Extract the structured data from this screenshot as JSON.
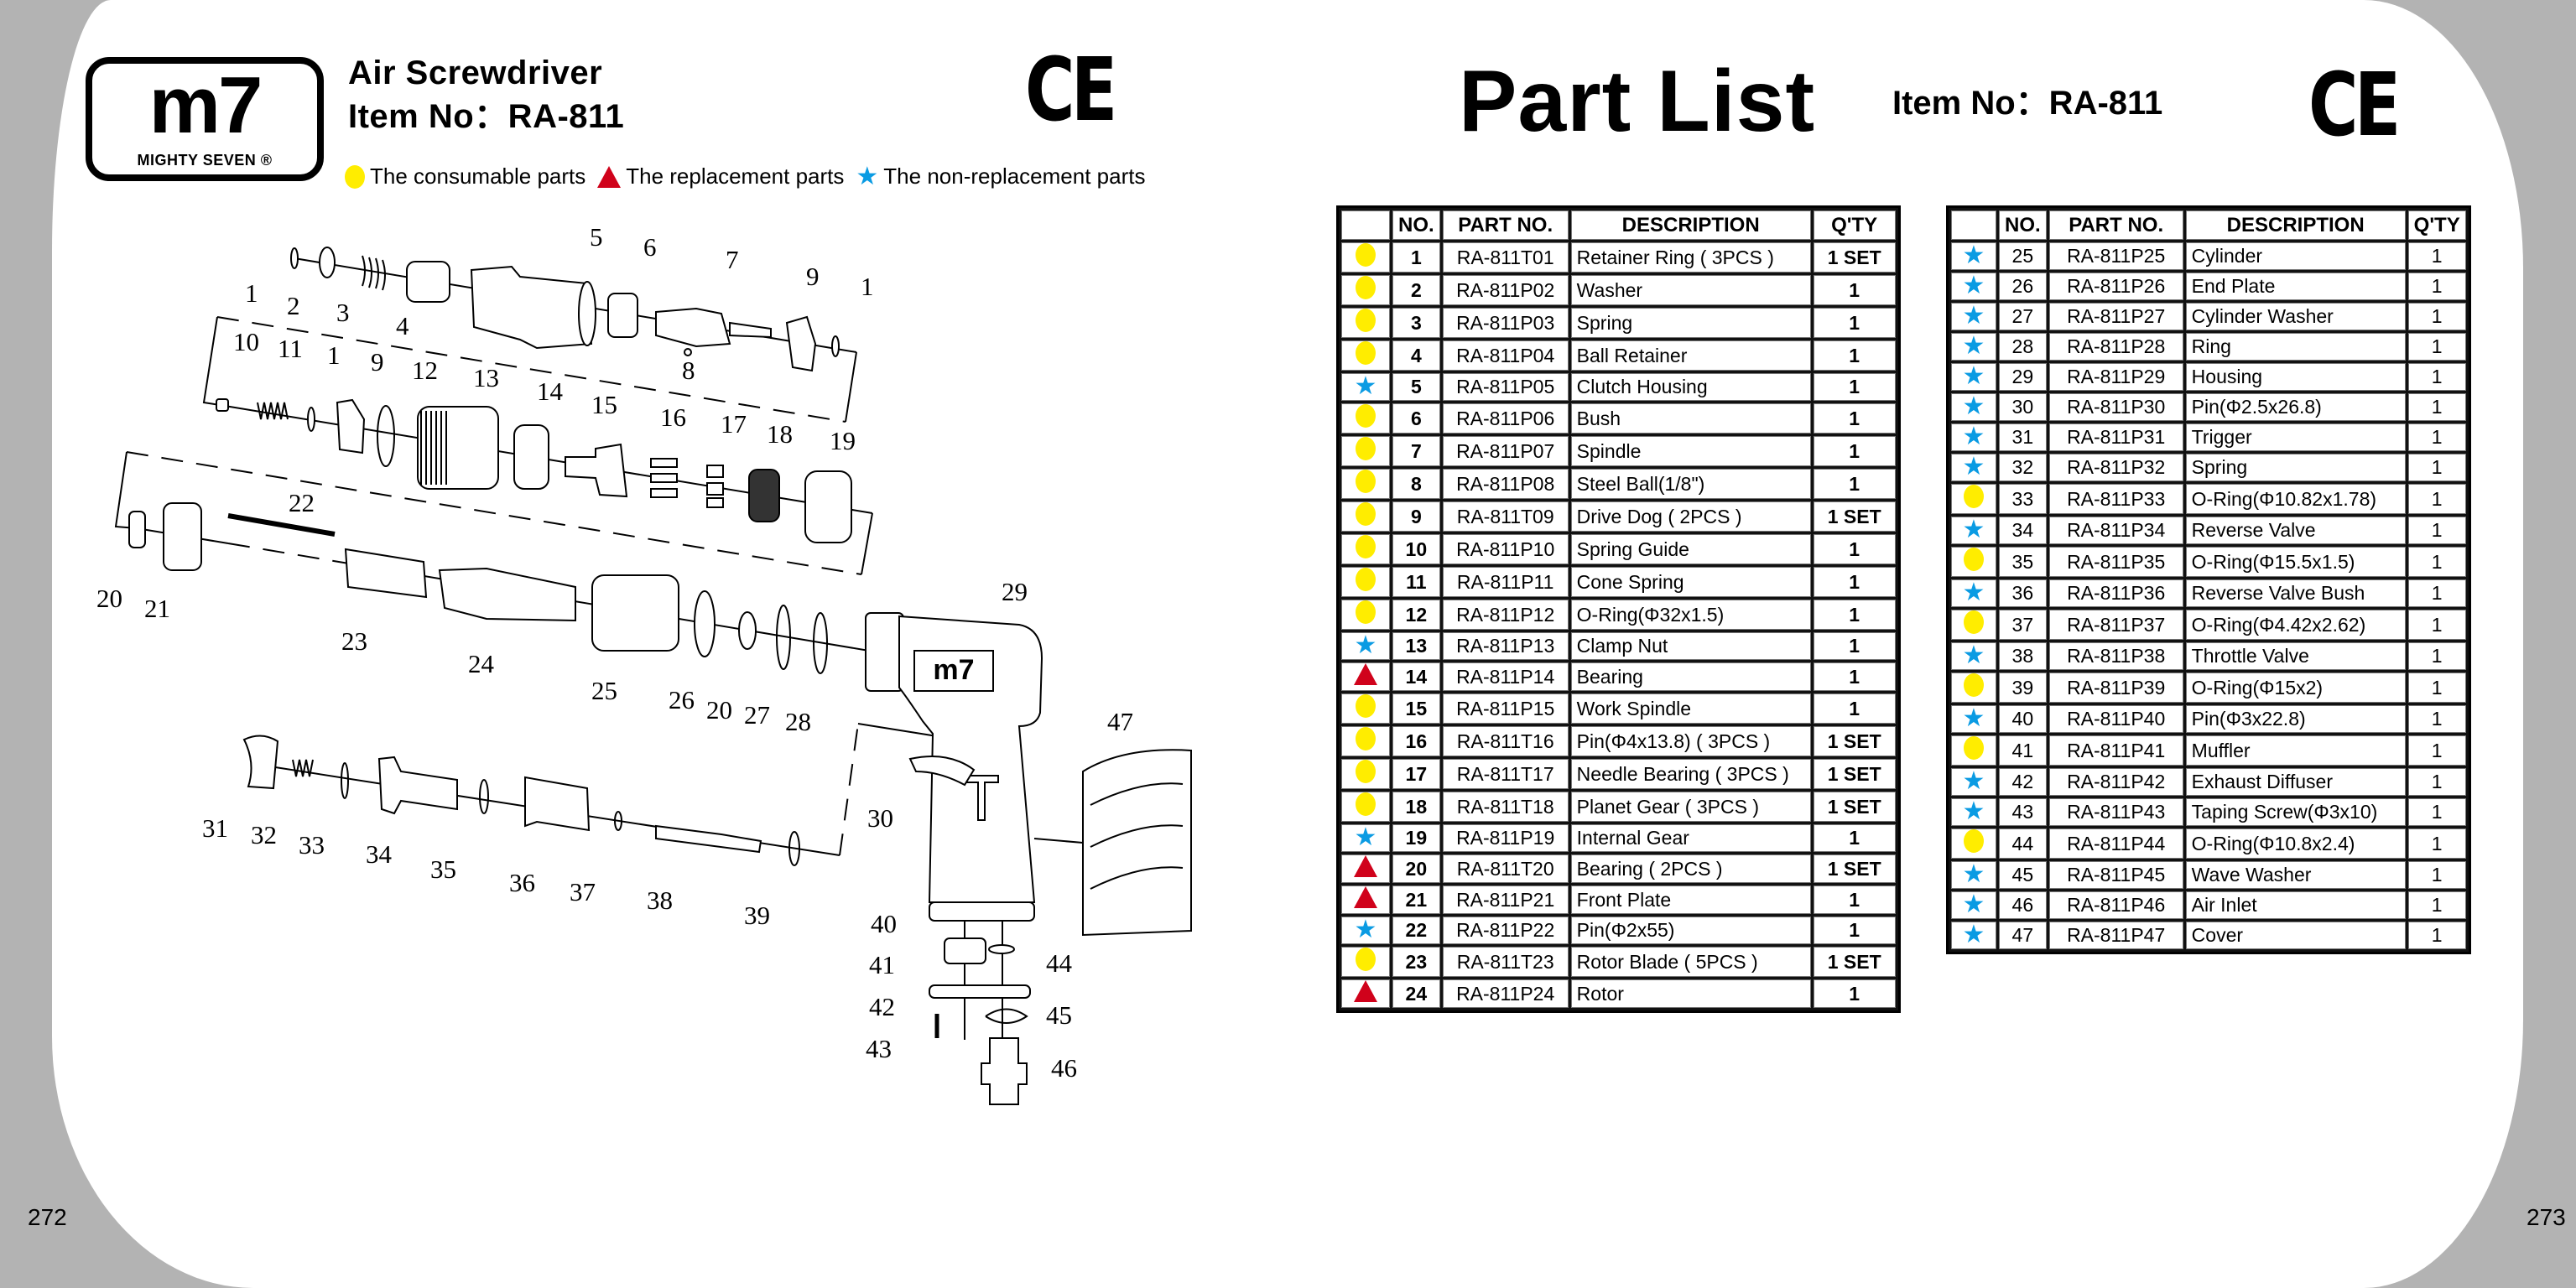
{
  "left_page": {
    "logo": {
      "mark": "m7",
      "brand": "MIGHTY SEVEN ®"
    },
    "title": "Air Screwdriver",
    "item_no": "Item No：RA-811",
    "ce_mark": "CE",
    "legend": [
      {
        "icon": "yellow-circle",
        "label": "The consumable parts"
      },
      {
        "icon": "red-triangle",
        "label": "The replacement parts"
      },
      {
        "icon": "blue-star",
        "label": "The non-replacement parts"
      }
    ],
    "page_number": "272"
  },
  "right_page": {
    "title": "Part List",
    "item_no": "Item No：RA-811",
    "ce_mark": "CE",
    "page_number": "273"
  },
  "colors": {
    "consumable": "#ffed00",
    "replacement": "#d0021b",
    "non_replacement": "#0a9be3"
  },
  "table_headers": [
    "",
    "NO.",
    "PART NO.",
    "DESCRIPTION",
    "Q'TY"
  ],
  "parts_left": [
    {
      "type": "consumable",
      "no": "1",
      "part": "RA-811T01",
      "desc": "Retainer Ring ( 3PCS )",
      "qty": "1 SET"
    },
    {
      "type": "consumable",
      "no": "2",
      "part": "RA-811P02",
      "desc": "Washer",
      "qty": "1"
    },
    {
      "type": "consumable",
      "no": "3",
      "part": "RA-811P03",
      "desc": "Spring",
      "qty": "1"
    },
    {
      "type": "consumable",
      "no": "4",
      "part": "RA-811P04",
      "desc": "Ball Retainer",
      "qty": "1"
    },
    {
      "type": "non_replacement",
      "no": "5",
      "part": "RA-811P05",
      "desc": "Clutch Housing",
      "qty": "1"
    },
    {
      "type": "consumable",
      "no": "6",
      "part": "RA-811P06",
      "desc": "Bush",
      "qty": "1"
    },
    {
      "type": "consumable",
      "no": "7",
      "part": "RA-811P07",
      "desc": "Spindle",
      "qty": "1"
    },
    {
      "type": "consumable",
      "no": "8",
      "part": "RA-811P08",
      "desc": "Steel Ball(1/8\")",
      "qty": "1"
    },
    {
      "type": "consumable",
      "no": "9",
      "part": "RA-811T09",
      "desc": "Drive Dog ( 2PCS )",
      "qty": "1 SET"
    },
    {
      "type": "consumable",
      "no": "10",
      "part": "RA-811P10",
      "desc": "Spring Guide",
      "qty": "1"
    },
    {
      "type": "consumable",
      "no": "11",
      "part": "RA-811P11",
      "desc": "Cone Spring",
      "qty": "1"
    },
    {
      "type": "consumable",
      "no": "12",
      "part": "RA-811P12",
      "desc": "O-Ring(Φ32x1.5)",
      "qty": "1"
    },
    {
      "type": "non_replacement",
      "no": "13",
      "part": "RA-811P13",
      "desc": "Clamp Nut",
      "qty": "1"
    },
    {
      "type": "replacement",
      "no": "14",
      "part": "RA-811P14",
      "desc": "Bearing",
      "qty": "1"
    },
    {
      "type": "consumable",
      "no": "15",
      "part": "RA-811P15",
      "desc": "Work Spindle",
      "qty": "1"
    },
    {
      "type": "consumable",
      "no": "16",
      "part": "RA-811T16",
      "desc": "Pin(Φ4x13.8) ( 3PCS )",
      "qty": "1 SET"
    },
    {
      "type": "consumable",
      "no": "17",
      "part": "RA-811T17",
      "desc": "Needle Bearing ( 3PCS )",
      "qty": "1 SET"
    },
    {
      "type": "consumable",
      "no": "18",
      "part": "RA-811T18",
      "desc": "Planet Gear ( 3PCS )",
      "qty": "1 SET"
    },
    {
      "type": "non_replacement",
      "no": "19",
      "part": "RA-811P19",
      "desc": "Internal Gear",
      "qty": "1"
    },
    {
      "type": "replacement",
      "no": "20",
      "part": "RA-811T20",
      "desc": "Bearing ( 2PCS )",
      "qty": "1 SET"
    },
    {
      "type": "replacement",
      "no": "21",
      "part": "RA-811P21",
      "desc": "Front Plate",
      "qty": "1"
    },
    {
      "type": "non_replacement",
      "no": "22",
      "part": "RA-811P22",
      "desc": "Pin(Φ2x55)",
      "qty": "1"
    },
    {
      "type": "consumable",
      "no": "23",
      "part": "RA-811T23",
      "desc": "Rotor Blade ( 5PCS )",
      "qty": "1 SET"
    },
    {
      "type": "replacement",
      "no": "24",
      "part": "RA-811P24",
      "desc": "Rotor",
      "qty": "1"
    }
  ],
  "parts_right": [
    {
      "type": "non_replacement",
      "no": "25",
      "part": "RA-811P25",
      "desc": "Cylinder",
      "qty": "1"
    },
    {
      "type": "non_replacement",
      "no": "26",
      "part": "RA-811P26",
      "desc": "End Plate",
      "qty": "1"
    },
    {
      "type": "non_replacement",
      "no": "27",
      "part": "RA-811P27",
      "desc": "Cylinder Washer",
      "qty": "1"
    },
    {
      "type": "non_replacement",
      "no": "28",
      "part": "RA-811P28",
      "desc": "Ring",
      "qty": "1"
    },
    {
      "type": "non_replacement",
      "no": "29",
      "part": "RA-811P29",
      "desc": "Housing",
      "qty": "1"
    },
    {
      "type": "non_replacement",
      "no": "30",
      "part": "RA-811P30",
      "desc": "Pin(Φ2.5x26.8)",
      "qty": "1"
    },
    {
      "type": "non_replacement",
      "no": "31",
      "part": "RA-811P31",
      "desc": "Trigger",
      "qty": "1"
    },
    {
      "type": "non_replacement",
      "no": "32",
      "part": "RA-811P32",
      "desc": "Spring",
      "qty": "1"
    },
    {
      "type": "consumable",
      "no": "33",
      "part": "RA-811P33",
      "desc": "O-Ring(Φ10.82x1.78)",
      "qty": "1"
    },
    {
      "type": "non_replacement",
      "no": "34",
      "part": "RA-811P34",
      "desc": "Reverse Valve",
      "qty": "1"
    },
    {
      "type": "consumable",
      "no": "35",
      "part": "RA-811P35",
      "desc": "O-Ring(Φ15.5x1.5)",
      "qty": "1"
    },
    {
      "type": "non_replacement",
      "no": "36",
      "part": "RA-811P36",
      "desc": "Reverse Valve Bush",
      "qty": "1"
    },
    {
      "type": "consumable",
      "no": "37",
      "part": "RA-811P37",
      "desc": "O-Ring(Φ4.42x2.62)",
      "qty": "1"
    },
    {
      "type": "non_replacement",
      "no": "38",
      "part": "RA-811P38",
      "desc": "Throttle Valve",
      "qty": "1"
    },
    {
      "type": "consumable",
      "no": "39",
      "part": "RA-811P39",
      "desc": "O-Ring(Φ15x2)",
      "qty": "1"
    },
    {
      "type": "non_replacement",
      "no": "40",
      "part": "RA-811P40",
      "desc": "Pin(Φ3x22.8)",
      "qty": "1"
    },
    {
      "type": "consumable",
      "no": "41",
      "part": "RA-811P41",
      "desc": "Muffler",
      "qty": "1"
    },
    {
      "type": "non_replacement",
      "no": "42",
      "part": "RA-811P42",
      "desc": "Exhaust Diffuser",
      "qty": "1"
    },
    {
      "type": "non_replacement",
      "no": "43",
      "part": "RA-811P43",
      "desc": "Taping Screw(Φ3x10)",
      "qty": "1"
    },
    {
      "type": "consumable",
      "no": "44",
      "part": "RA-811P44",
      "desc": "O-Ring(Φ10.8x2.4)",
      "qty": "1"
    },
    {
      "type": "non_replacement",
      "no": "45",
      "part": "RA-811P45",
      "desc": "Wave Washer",
      "qty": "1"
    },
    {
      "type": "non_replacement",
      "no": "46",
      "part": "RA-811P46",
      "desc": "Air Inlet",
      "qty": "1"
    },
    {
      "type": "non_replacement",
      "no": "47",
      "part": "RA-811P47",
      "desc": "Cover",
      "qty": "1"
    }
  ],
  "diagram": {
    "callouts": [
      "1",
      "2",
      "3",
      "4",
      "5",
      "6",
      "7",
      "9",
      "1",
      "8",
      "10",
      "11",
      "1",
      "9",
      "12",
      "13",
      "14",
      "15",
      "16",
      "17",
      "18",
      "19",
      "22",
      "20",
      "21",
      "23",
      "24",
      "25",
      "26",
      "20",
      "27",
      "28",
      "29",
      "47",
      "30",
      "31",
      "32",
      "33",
      "34",
      "35",
      "36",
      "37",
      "38",
      "39",
      "40",
      "41",
      "44",
      "42",
      "45",
      "43",
      "46"
    ],
    "housing_logo": "m7"
  }
}
